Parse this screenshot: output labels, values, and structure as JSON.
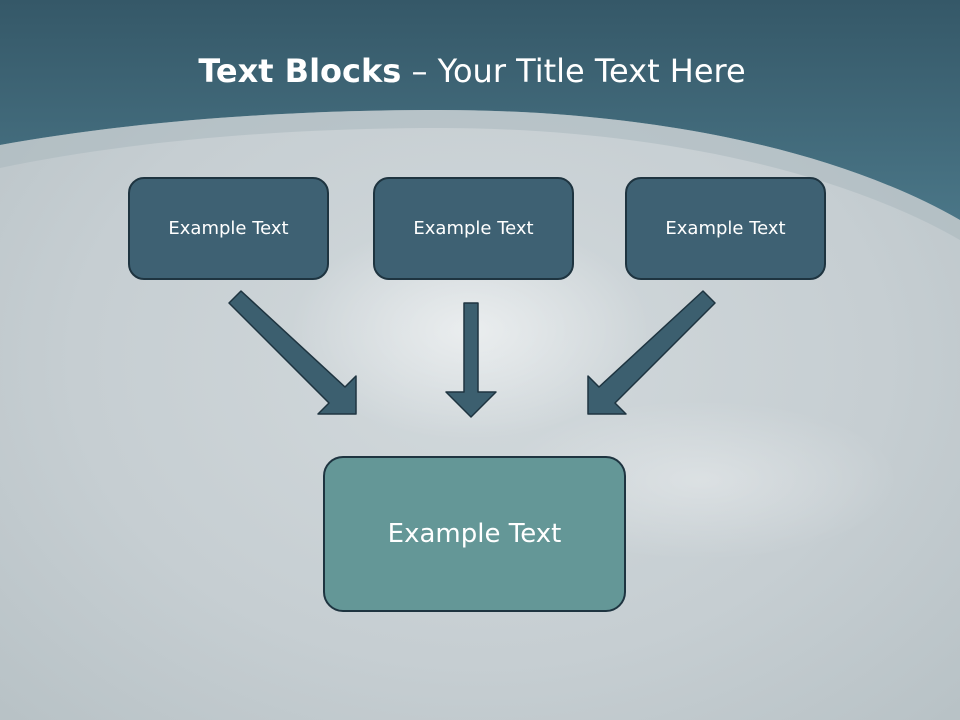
{
  "slide": {
    "title_bold": "Text Blocks",
    "title_rest": " – Your Title Text Here"
  },
  "diagram": {
    "top_boxes": [
      {
        "label": "Example Text"
      },
      {
        "label": "Example Text"
      },
      {
        "label": "Example Text"
      }
    ],
    "bottom_box": {
      "label": "Example Text"
    }
  },
  "colors": {
    "header_band": "#3f6778",
    "box_dark": "#3e6173",
    "box_teal": "#649797",
    "arrow_fill": "#3c5f6f",
    "outline": "#1e3440",
    "background_water": "#c9d1d4"
  }
}
